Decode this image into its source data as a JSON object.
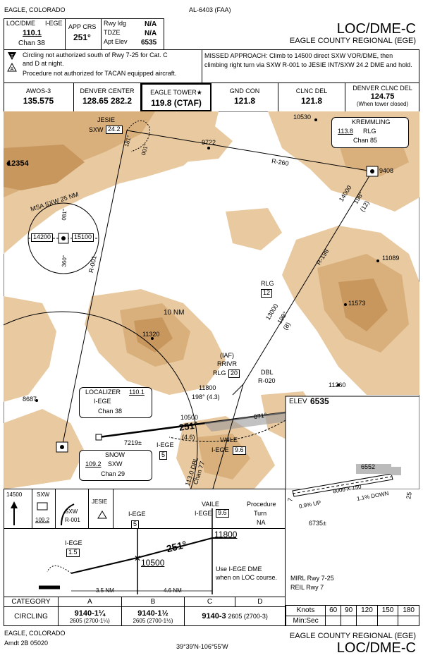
{
  "header": {
    "location": "EAGLE, COLORADO",
    "chart_number": "AL-6403 (FAA)",
    "procedure": "LOC/DME-C",
    "airport": "EAGLE COUNTY REGIONAL (EGE)"
  },
  "briefing": {
    "nav_type": "LOC/DME",
    "ident": "I-EGE",
    "freq": "110.1",
    "chan": "Chan 38",
    "app_crs_label": "APP CRS",
    "app_crs": "251°",
    "rwy_ldg_label": "Rwy ldg",
    "rwy_ldg": "N/A",
    "tdze_label": "TDZE",
    "tdze": "N/A",
    "apt_elev_label": "Apt Elev",
    "apt_elev": "6535"
  },
  "notes": {
    "line1": "Circling not authorized south of Rwy 7-25 for Cat. C",
    "line2": "and D at night.",
    "line3": "Procedure not authorized for TACAN equipped aircraft.",
    "missed_approach": "MISSED APPROACH: Climb to 14500 direct SXW VOR/DME, then climbing right turn via SXW R-001 to JESIE INT/SXW 24.2 DME and hold."
  },
  "freqs": [
    {
      "name": "AWOS-3",
      "freq": "135.575"
    },
    {
      "name": "DENVER CENTER",
      "freq": "128.65  282.2"
    },
    {
      "name": "EAGLE TOWER★",
      "freq": "119.8 (CTAF)"
    },
    {
      "name": "GND CON",
      "freq": "121.8"
    },
    {
      "name": "CLNC DEL",
      "freq": "121.8"
    },
    {
      "name": "DENVER CLNC DEL",
      "freq": "124.75",
      "note": "(When tower closed)"
    }
  ],
  "plan": {
    "jesie_label": "JESIE",
    "jesie_dme_prefix": "SXW",
    "jesie_dme": "24.2",
    "msa_label": "MSA SXW 25 NM",
    "msa_alt_w": "14200",
    "msa_alt_e": "15100",
    "msa_crs_top": "081°",
    "msa_crs_bottom": "360°",
    "elev_12354": "12354",
    "elev_9722": "9722",
    "elev_10530": "10530",
    "elev_9408": "9408",
    "elev_11089": "11089",
    "elev_11573": "11573",
    "elev_11320": "11320",
    "elev_11260": "11260",
    "elev_8687": "8687",
    "elev_7219": "7219±",
    "kremmling_name": "KREMMLING",
    "kremmling_freq": "113.8",
    "kremmling_id": "RLG",
    "kremmling_chan": "Chan 85",
    "r260": "R-260",
    "r198": "R-198",
    "r001": "R-001",
    "crs181": "181°",
    "crs001": "001°",
    "rlg_label": "RLG",
    "rlg_dme": "12",
    "leg1_alt": "14000",
    "leg1_crs": "198°",
    "leg1_dist": "(12)",
    "leg2_alt": "13000",
    "leg2_crs": "198°",
    "leg2_dist": "(8)",
    "ten_nm": "10 NM",
    "iaf": "(IAF)",
    "rrivr": "RRIVR",
    "rrivr_rlg": "RLG",
    "rrivr_dme": "20",
    "dbl": "DBL",
    "r020": "R-020",
    "leg3_alt": "11800",
    "leg3_crs": "198° (4.3)",
    "loc_label": "LOCALIZER",
    "loc_freq": "110.1",
    "loc_id": "I-EGE",
    "loc_chan": "Chan 38",
    "crs251": "251°",
    "crs071": "071°",
    "fix_ft": "10500",
    "fix_dist": "(4.6)",
    "iege_label": "I-EGE",
    "iege_dme": "5",
    "vaile_name": "VAILE",
    "vaile_id": "I-EGE",
    "vaile_dme": "9.6",
    "snow_label": "SNOW",
    "snow_freq": "109.2",
    "snow_id": "SXW",
    "snow_chan": "Chan 29",
    "dbl_leg": "113.0 DBL",
    "dbl_chan": "Chan 77"
  },
  "airport": {
    "elev_label": "ELEV",
    "elev": "6535",
    "obst": "6552",
    "rwy_dims": "8000 X 150",
    "grad_left": "0.9% UP",
    "grad_right": "1.1% DOWN",
    "rwy_left": "7",
    "rwy_right": "25",
    "obst2": "6735±",
    "mirl": "MIRL Rwy 7-25",
    "reil": "REIL Rwy 7"
  },
  "profile": {
    "ma_alt": "14500",
    "sxw": "SXW",
    "sxw_freq": "109.2",
    "sxw_label": "SXW",
    "sxw_radial": "R-001",
    "jesie": "JESIE",
    "iege_label": "I-EGE",
    "iege_dme": "5",
    "vaile": "VAILE",
    "vaile_id": "I-EGE",
    "vaile_dme": "9.6",
    "proc_turn": "Procedure",
    "proc_turn2": "Turn",
    "proc_turn3": "NA",
    "crs": "251°",
    "alt_11800": "11800",
    "alt_10500": "10500",
    "map_label": "I-EGE",
    "map_dme": "1.5",
    "use_dme": "Use I-EGE DME",
    "use_dme2": "when on LOC course.",
    "dist1": "3.5 NM",
    "dist2": "4.6 NM"
  },
  "minimums": {
    "category_label": "CATEGORY",
    "cats": [
      "A",
      "B",
      "C",
      "D"
    ],
    "circling_label": "CIRCLING",
    "a_mda": "9140-1¼",
    "a_hat": "2605 (2700-1¼)",
    "b_mda": "9140-1½",
    "b_hat": "2605 (2700-1½)",
    "cd_mda": "9140-3",
    "cd_hat": "2605 (2700-3)",
    "knots_label": "Knots",
    "knots": [
      "60",
      "90",
      "120",
      "150",
      "180"
    ],
    "minsec_label": "Min:Sec"
  },
  "footer": {
    "location": "EAGLE, COLORADO",
    "amdt": "Amdt 2B  05020",
    "coords": "39°39'N-106°55'W",
    "airport": "EAGLE COUNTY REGIONAL (EGE)",
    "procedure": "LOC/DME-C"
  }
}
